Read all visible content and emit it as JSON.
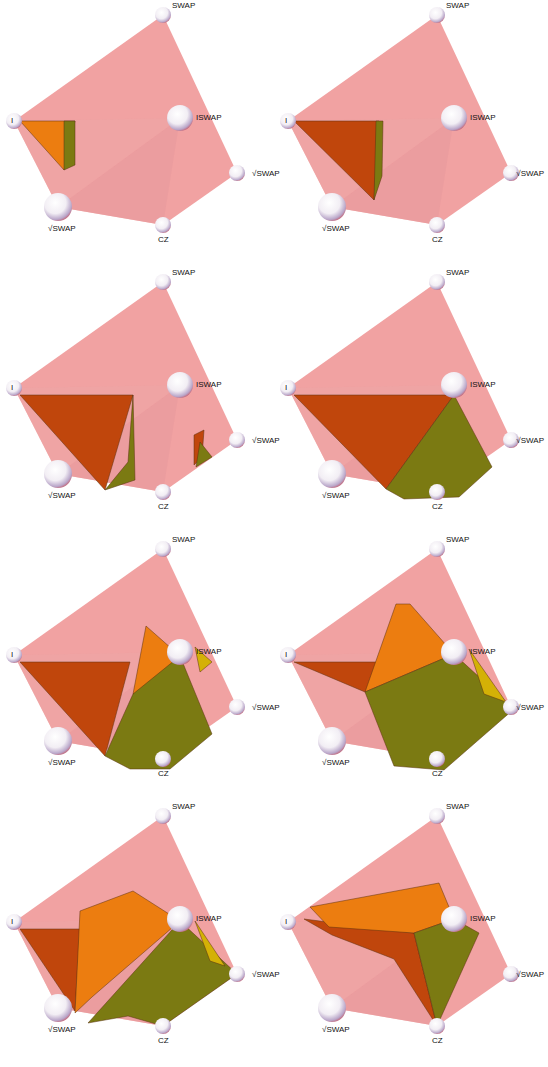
{
  "diagram": {
    "labels": [
      "SWAP",
      "I",
      "ISWAP",
      "√SWAP",
      "√SWAP",
      "CZ",
      "SWAP",
      "I",
      "ISWAP",
      "√SWAP",
      "√SWAP",
      "CZ",
      "SWAP",
      "I",
      "ISWAP",
      "√SWAP",
      "√SWAP",
      "CZ",
      "SWAP",
      "I",
      "ISWAP",
      "√SWAP",
      "√SWAP",
      "CZ",
      "SWAP",
      "I",
      "ISWAP",
      "√SWAP",
      "√SWAP",
      "CZ",
      "SWAP",
      "I",
      "ISWAP",
      "√SWAP",
      "√SWAP",
      "CZ",
      "SWAP",
      "I",
      "ISWAP",
      "√SWAP",
      "√SWAP",
      "CZ",
      "SWAP",
      "I",
      "ISWAP",
      "√SWAP",
      "√SWAP",
      "CZ"
    ]
  }
}
